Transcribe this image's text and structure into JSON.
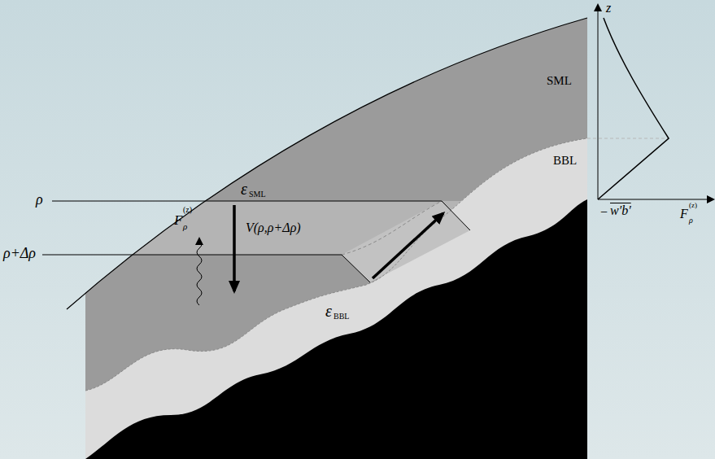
{
  "diagram": {
    "labels": [
      "SML",
      "BBL",
      "ρ",
      "ρ+Δρ",
      "F",
      "ρ",
      "(z)",
      "ε",
      "SML",
      "V(ρ,ρ+Δρ)",
      "ε",
      "BBL",
      "z",
      "−",
      "w′b′",
      "F",
      "ρ",
      "(z)"
    ]
  }
}
